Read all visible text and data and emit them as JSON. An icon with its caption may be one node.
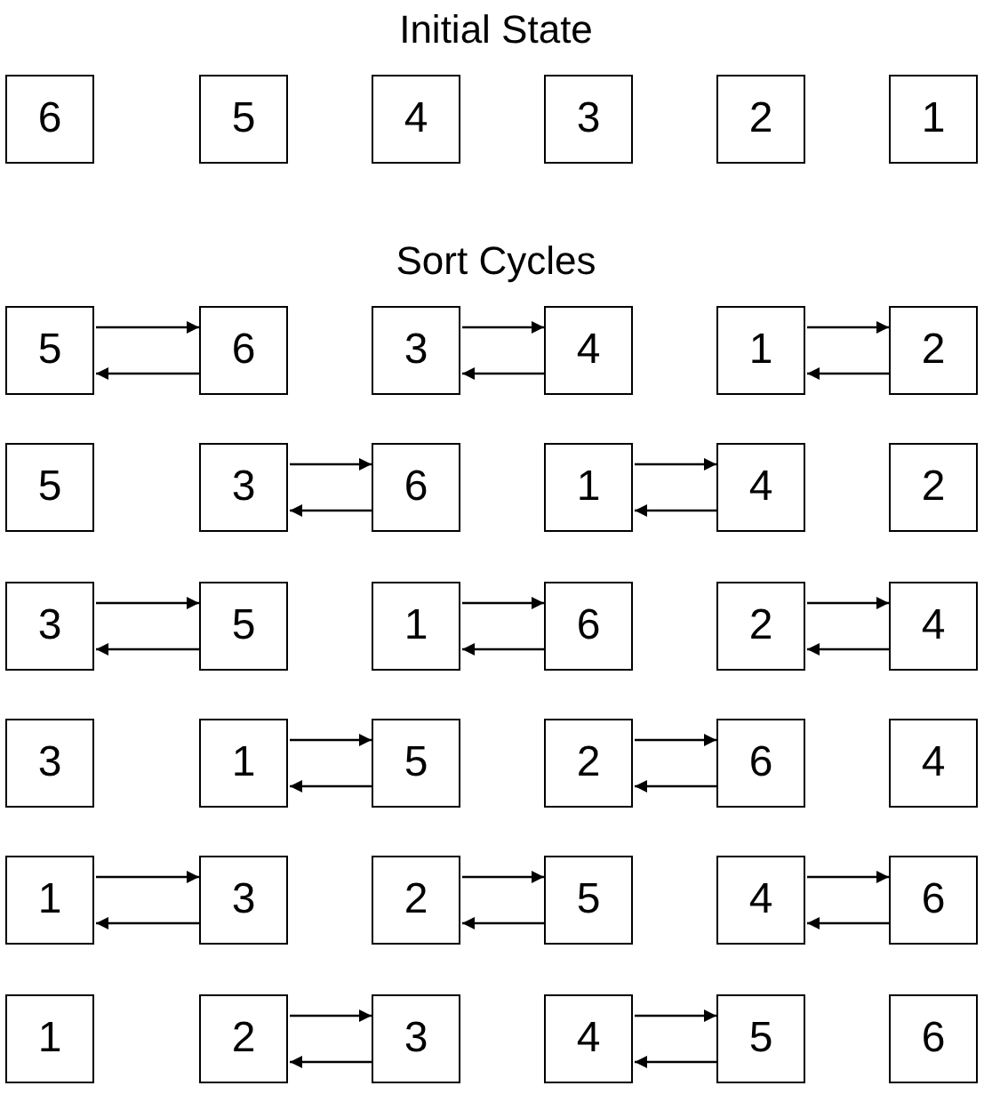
{
  "diagram": {
    "nodes": [
      {
        "text": [
          "6"
        ]
      },
      {
        "text": [
          "5"
        ]
      },
      {
        "text": [
          "4"
        ]
      },
      {
        "text": [
          "3"
        ]
      },
      {
        "text": [
          "2"
        ]
      },
      {
        "text": [
          "1"
        ]
      },
      {
        "text": [
          "5"
        ]
      },
      {
        "text": [
          "6"
        ]
      },
      {
        "text": [
          "3"
        ]
      },
      {
        "text": [
          "4"
        ]
      },
      {
        "text": [
          "1"
        ]
      },
      {
        "text": [
          "2"
        ]
      },
      {
        "text": [
          "5"
        ]
      },
      {
        "text": [
          "3"
        ]
      },
      {
        "text": [
          "6"
        ]
      },
      {
        "text": [
          "1"
        ]
      },
      {
        "text": [
          "4"
        ]
      },
      {
        "text": [
          "2"
        ]
      },
      {
        "text": [
          "3"
        ]
      },
      {
        "text": [
          "5"
        ]
      },
      {
        "text": [
          "1"
        ]
      },
      {
        "text": [
          "6"
        ]
      },
      {
        "text": [
          "2"
        ]
      },
      {
        "text": [
          "4"
        ]
      },
      {
        "text": [
          "3"
        ]
      },
      {
        "text": [
          "1"
        ]
      },
      {
        "text": [
          "5"
        ]
      },
      {
        "text": [
          "2"
        ]
      },
      {
        "text": [
          "6"
        ]
      },
      {
        "text": [
          "4"
        ]
      },
      {
        "text": [
          "1"
        ]
      },
      {
        "text": [
          "3"
        ]
      },
      {
        "text": [
          "2"
        ]
      },
      {
        "text": [
          "5"
        ]
      },
      {
        "text": [
          "4"
        ]
      },
      {
        "text": [
          "6"
        ]
      },
      {
        "text": [
          "1"
        ]
      },
      {
        "text": [
          "2"
        ]
      },
      {
        "text": [
          "3"
        ]
      },
      {
        "text": [
          "4"
        ]
      },
      {
        "text": [
          "5"
        ]
      },
      {
        "text": [
          "6"
        ]
      }
    ],
    "edges": [
      {
        "from": 6,
        "to": 7,
        "arrow": "to"
      },
      {
        "from": 7,
        "to": 6,
        "arrow": "to"
      },
      {
        "from": 8,
        "to": 9,
        "arrow": "to"
      },
      {
        "from": 9,
        "to": 8,
        "arrow": "to"
      },
      {
        "from": 10,
        "to": 11,
        "arrow": "to"
      },
      {
        "from": 11,
        "to": 10,
        "arrow": "to"
      },
      {
        "from": 13,
        "to": 14,
        "arrow": "to"
      },
      {
        "from": 14,
        "to": 13,
        "arrow": "to"
      },
      {
        "from": 15,
        "to": 16,
        "arrow": "to"
      },
      {
        "from": 16,
        "to": 15,
        "arrow": "to"
      },
      {
        "from": 18,
        "to": 19,
        "arrow": "to"
      },
      {
        "from": 19,
        "to": 18,
        "arrow": "to"
      },
      {
        "from": 20,
        "to": 21,
        "arrow": "to"
      },
      {
        "from": 21,
        "to": 20,
        "arrow": "to"
      },
      {
        "from": 22,
        "to": 23,
        "arrow": "to"
      },
      {
        "from": 23,
        "to": 22,
        "arrow": "to"
      },
      {
        "from": 25,
        "to": 26,
        "arrow": "to"
      },
      {
        "from": 26,
        "to": 25,
        "arrow": "to"
      },
      {
        "from": 27,
        "to": 28,
        "arrow": "to"
      },
      {
        "from": 28,
        "to": 27,
        "arrow": "to"
      },
      {
        "from": 30,
        "to": 31,
        "arrow": "to"
      },
      {
        "from": 31,
        "to": 30,
        "arrow": "to"
      },
      {
        "from": 32,
        "to": 33,
        "arrow": "to"
      },
      {
        "from": 33,
        "to": 32,
        "arrow": "to"
      },
      {
        "from": 34,
        "to": 35,
        "arrow": "to"
      },
      {
        "from": 35,
        "to": 34,
        "arrow": "to"
      },
      {
        "from": 37,
        "to": 38,
        "arrow": "to"
      },
      {
        "from": 38,
        "to": 37,
        "arrow": "to"
      },
      {
        "from": 39,
        "to": 40,
        "arrow": "to"
      },
      {
        "from": 40,
        "to": 39,
        "arrow": "to"
      }
    ],
    "labels": [
      "Initial State",
      "Sort Cycles"
    ]
  }
}
